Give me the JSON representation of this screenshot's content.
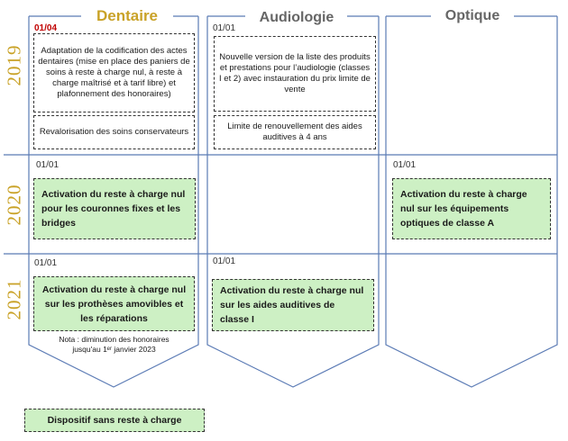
{
  "columns": {
    "dentaire": "Dentaire",
    "audiologie": "Audiologie",
    "optique": "Optique"
  },
  "years": [
    "2019",
    "2020",
    "2021"
  ],
  "dentaire": {
    "d2019": "01/04",
    "box2019a": "Adaptation de la codification des actes dentaires (mise en place des paniers de soins à reste à charge nul, à reste à charge maîtrisé et à tarif libre) et plafonnement des honoraires)",
    "box2019b": "Revalorisation des soins conservateurs",
    "d2020": "01/01",
    "box2020": "Activation du reste à charge nul pour les couronnes fixes et les bridges",
    "d2021": "01/01",
    "box2021": "Activation du reste à charge nul sur les prothèses amovibles et les réparations",
    "nota_line1": "Nota : diminution des honoraires",
    "nota_line2": "jusqu'au 1ᵉʳ janvier 2023"
  },
  "audiologie": {
    "d2019": "01/01",
    "box2019a": "Nouvelle version de la liste des produits et prestations pour l’audiologie (classes I et 2) avec instauration du prix limite de vente",
    "box2019b": "Limite de renouvellement des aides auditives à 4 ans",
    "d2021": "01/01",
    "box2021": "Activation du reste à charge nul sur les aides auditives de classe I"
  },
  "optique": {
    "d2020": "01/01",
    "box2020": "Activation du reste à charge nul sur les équipements optiques de classe A"
  },
  "legend": "Dispositif sans reste à charge",
  "colors": {
    "gold": "#c9a227",
    "border": "#5b7bb5",
    "green": "#cdf0c4",
    "red": "#c00000"
  }
}
